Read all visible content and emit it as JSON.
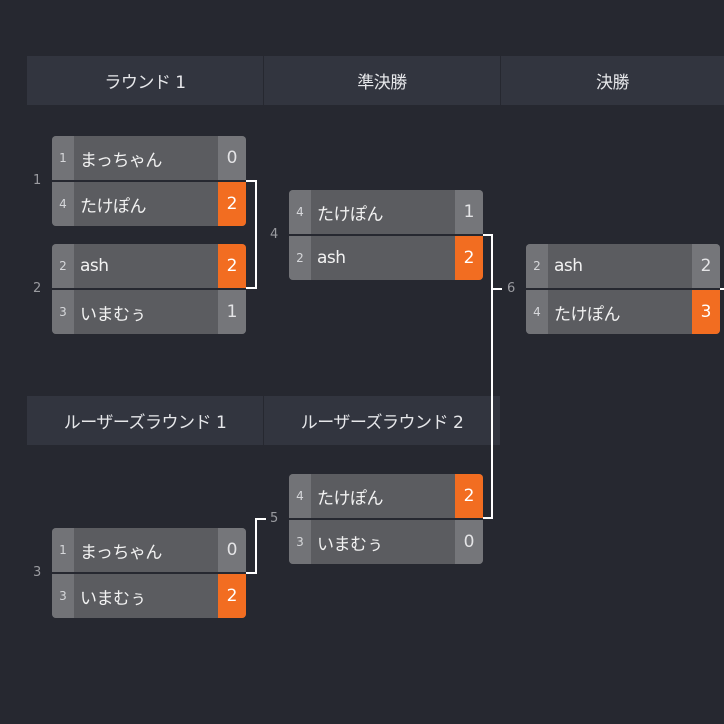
{
  "headers": {
    "round1": "ラウンド 1",
    "semifinal": "準決勝",
    "final": "決勝",
    "losers_round1": "ルーザーズラウンド 1",
    "losers_round2": "ルーザーズラウンド 2"
  },
  "matches": [
    {
      "number": "1",
      "players": [
        {
          "seed": "1",
          "name": "まっちゃん",
          "score": "0",
          "winner": false
        },
        {
          "seed": "4",
          "name": "たけぽん",
          "score": "2",
          "winner": true
        }
      ]
    },
    {
      "number": "2",
      "players": [
        {
          "seed": "2",
          "name": "ash",
          "score": "2",
          "winner": true
        },
        {
          "seed": "3",
          "name": "いまむぅ",
          "score": "1",
          "winner": false
        }
      ]
    },
    {
      "number": "4",
      "players": [
        {
          "seed": "4",
          "name": "たけぽん",
          "score": "1",
          "winner": false
        },
        {
          "seed": "2",
          "name": "ash",
          "score": "2",
          "winner": true
        }
      ]
    },
    {
      "number": "6",
      "players": [
        {
          "seed": "2",
          "name": "ash",
          "score": "2",
          "winner": false
        },
        {
          "seed": "4",
          "name": "たけぽん",
          "score": "3",
          "winner": true
        }
      ]
    },
    {
      "number": "3",
      "players": [
        {
          "seed": "1",
          "name": "まっちゃん",
          "score": "0",
          "winner": false
        },
        {
          "seed": "3",
          "name": "いまむぅ",
          "score": "2",
          "winner": true
        }
      ]
    },
    {
      "number": "5",
      "players": [
        {
          "seed": "4",
          "name": "たけぽん",
          "score": "2",
          "winner": true
        },
        {
          "seed": "3",
          "name": "いまむぅ",
          "score": "0",
          "winner": false
        }
      ]
    }
  ],
  "colors": {
    "background": "#262830",
    "header": "#32353f",
    "row": "#5b5c60",
    "winner_accent": "#f26d21"
  }
}
